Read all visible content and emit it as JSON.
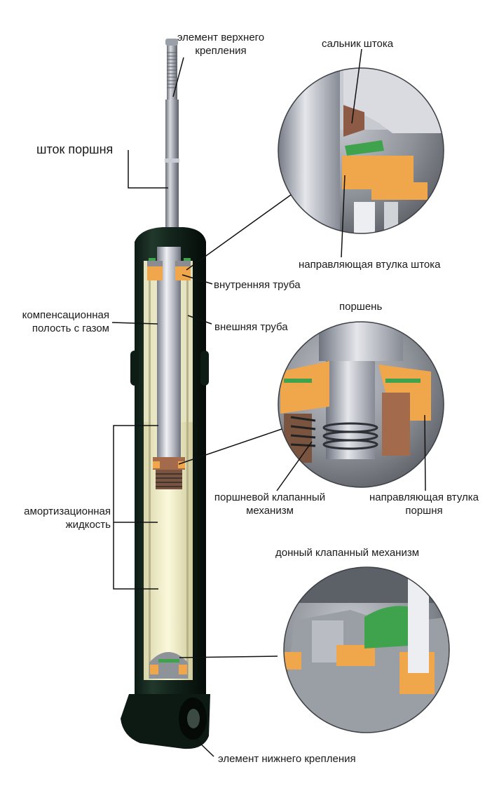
{
  "labels": {
    "top_mount": "элемент верхнего\nкрепления",
    "piston_rod": "шток поршня",
    "rod_seal": "сальник штока",
    "rod_guide": "направляющая втулка штока",
    "inner_tube": "внутренняя труба",
    "outer_tube": "внешняя труба",
    "gas_chamber": "компенсационная\nполость с газом",
    "piston": "поршень",
    "piston_valve": "поршневой клапанный\nмеханизм",
    "piston_guide": "направляющая втулка\nпоршня",
    "damping_fluid": "амортизационная\nжидкость",
    "base_valve": "донный клапанный механизм",
    "bottom_mount": "элемент нижнего крепления"
  },
  "colors": {
    "body_dark": "#15281f",
    "rod_steel": "#a9acb4",
    "fluid": "#f4f1cc",
    "seal_orange": "#f0a64a",
    "seal_green": "#3fa34d",
    "inset_bg": "#8c9097",
    "leader_line": "#111111"
  }
}
